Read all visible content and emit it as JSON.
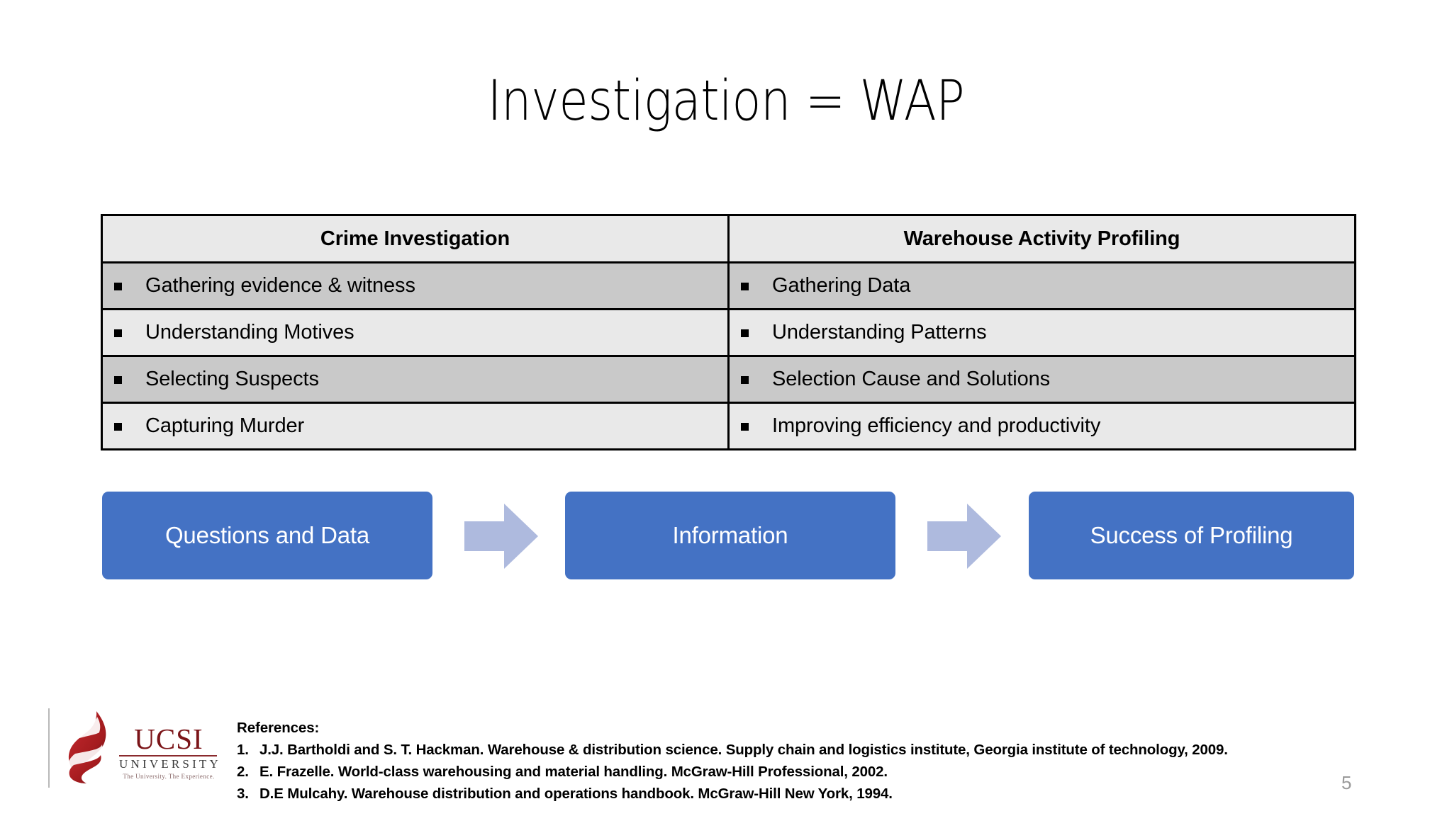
{
  "slide": {
    "title": "Investigation = WAP",
    "page_number": "5"
  },
  "table": {
    "headers": [
      "Crime Investigation",
      "Warehouse Activity Profiling"
    ],
    "rows": [
      [
        "Gathering evidence & witness",
        "Gathering Data"
      ],
      [
        "Understanding Motives",
        "Understanding Patterns"
      ],
      [
        "Selecting Suspects",
        "Selection Cause and Solutions"
      ],
      [
        "Capturing Murder",
        "Improving efficiency and productivity"
      ]
    ],
    "bullet_glyph": "square-bullet",
    "header_bg": "#e9e9e9",
    "row_bg_dark": "#c9c9c9",
    "row_bg_light": "#e9e9e9",
    "border_color": "#000000"
  },
  "flow": {
    "box_color": "#4472c4",
    "arrow_color": "#aebade",
    "steps": [
      {
        "label": "Questions and Data"
      },
      {
        "label": "Information"
      },
      {
        "label": "Success of Profiling"
      }
    ]
  },
  "footer": {
    "logo": {
      "name": "UCSI",
      "subtitle": "UNIVERSITY",
      "tagline": "The University. The Experience.",
      "mark_color": "#a51c1f"
    },
    "references": {
      "heading": "References:",
      "items": [
        {
          "number": "1.",
          "text": "J.J. Bartholdi and S. T. Hackman. Warehouse & distribution science. Supply chain and logistics institute, Georgia institute of technology, 2009."
        },
        {
          "number": "2.",
          "text": "E. Frazelle. World-class warehousing and material handling. McGraw-Hill Professional, 2002."
        },
        {
          "number": "3.",
          "text": "D.E Mulcahy. Warehouse distribution and operations handbook. McGraw-Hill New York, 1994."
        }
      ]
    }
  }
}
